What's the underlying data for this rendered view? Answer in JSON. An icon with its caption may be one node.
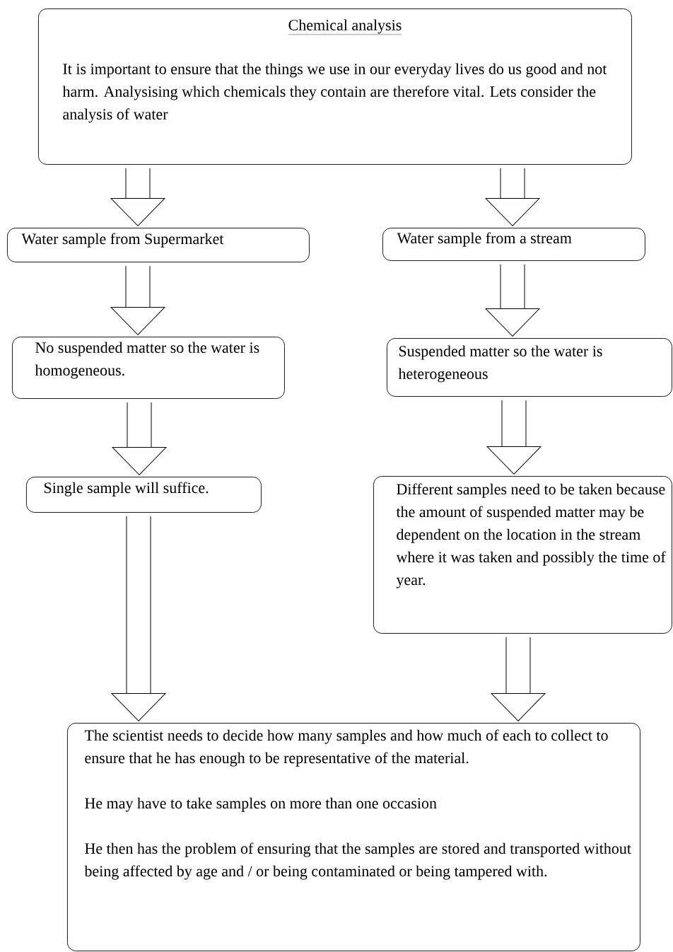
{
  "diagram": {
    "nodes": [
      {
        "text": [
          "Chemical analysis",
          "It is important to ensure that the things we use in our everyday lives do us good and not harm.  Analysising which chemicals they contain are therefore vital. Lets consider the analysis of water"
        ]
      },
      {
        "text": [
          "Water sample from Supermarket"
        ]
      },
      {
        "text": [
          "Water sample from a stream"
        ]
      },
      {
        "text": [
          "No suspended matter so the water is homogeneous."
        ]
      },
      {
        "text": [
          "Suspended matter so the water is heterogeneous"
        ]
      },
      {
        "text": [
          "Single sample will suffice."
        ]
      },
      {
        "text": [
          "Different samples need to be taken because the amount of suspended matter may be dependent on the location in the stream where it was taken and possibly the time of year."
        ]
      },
      {
        "text": [
          "The scientist needs to decide how many samples and how much of each to collect to ensure that he has enough to be representative of the material.",
          "He may have to take samples on more than one occasion",
          "He then has the problem of ensuring that the samples are stored and transported without being affected by age and / or being contaminated or being tampered with."
        ]
      }
    ],
    "edges": [
      {
        "from": 0,
        "to": 1,
        "arrow": "to"
      },
      {
        "from": 0,
        "to": 2,
        "arrow": "to"
      },
      {
        "from": 1,
        "to": 3,
        "arrow": "to"
      },
      {
        "from": 2,
        "to": 4,
        "arrow": "to"
      },
      {
        "from": 3,
        "to": 5,
        "arrow": "to"
      },
      {
        "from": 4,
        "to": 6,
        "arrow": "to"
      },
      {
        "from": 5,
        "to": 7,
        "arrow": "to"
      },
      {
        "from": 6,
        "to": 7,
        "arrow": "to"
      }
    ]
  }
}
